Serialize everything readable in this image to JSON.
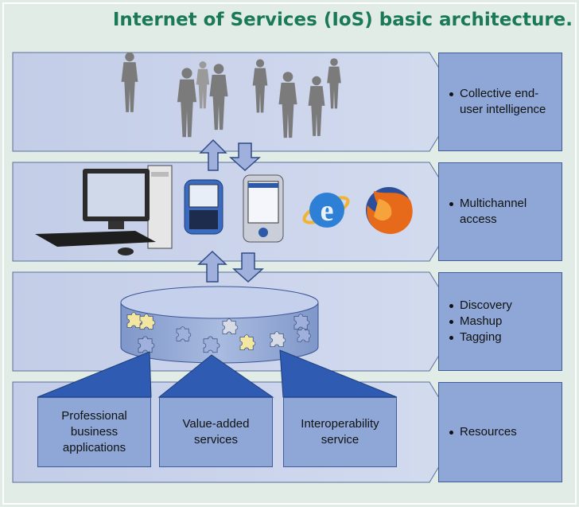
{
  "title": "Internet of Services (IoS) basic architecture.",
  "layers": [
    {
      "name": "collective",
      "bullets": [
        "Collective end-user intelligence"
      ]
    },
    {
      "name": "access",
      "bullets": [
        "Multichannel access"
      ]
    },
    {
      "name": "services",
      "bullets": [
        "Discovery",
        "Mashup",
        "Tagging"
      ]
    },
    {
      "name": "resources",
      "bullets": [
        "Resources"
      ]
    }
  ],
  "resources": [
    "Professional business applications",
    "Value-added services",
    "Interoperability service"
  ],
  "icons": {
    "people": "people-silhouettes-icon",
    "desktop": "desktop-computer-icon",
    "blackberry": "blackberry-phone-icon",
    "pda": "pda-device-icon",
    "ie": "internet-explorer-icon",
    "firefox": "firefox-icon",
    "puzzle": "puzzle-piece-icon"
  },
  "colors": {
    "background": "#e1ece6",
    "band": "#c8d3ea",
    "box": "#8ea7d6",
    "title": "#1a7a55"
  }
}
